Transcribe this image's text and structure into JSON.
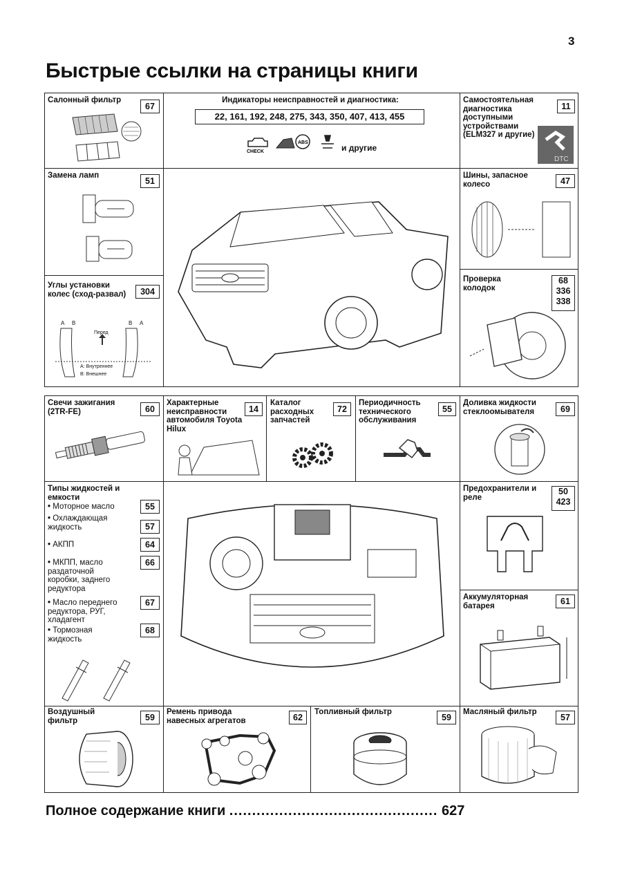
{
  "page": {
    "number": "3",
    "title": "Быстрые ссылки на страницы книги"
  },
  "refs": {
    "cabin_filter": {
      "label": "Салонный фильтр",
      "page": "67"
    },
    "diagnostics": {
      "label": "Индикаторы неисправностей и диагностика:",
      "pages": "22, 161, 192, 248, 275, 343, 350, 407, 413, 455",
      "check": "CHECK",
      "abs": "ABS",
      "others": "и другие"
    },
    "self_diag": {
      "label": "Самостоятельная диагностика доступными устройствами (ELM327 и другие)",
      "page": "11",
      "badge": "DTC"
    },
    "lamps": {
      "label": "Замена ламп",
      "page": "51"
    },
    "tires": {
      "label": "Шины, запасное колесо",
      "page": "47"
    },
    "wheel_alignment": {
      "label": "Углы установки колес (сход-развал)",
      "page": "304",
      "front": "Перед",
      "a": "A",
      "b": "B",
      "inner": "A: Внутреннее",
      "outer": "B: Внешнее"
    },
    "brake_pads": {
      "label": "Проверка колодок",
      "pages": [
        "68",
        "336",
        "338"
      ]
    },
    "spark_plugs": {
      "label": "Свечи зажигания (2TR-FE)",
      "page": "60"
    },
    "faults": {
      "label": "Характерные неисправности автомобиля Toyota Hilux",
      "page": "14"
    },
    "parts_catalog": {
      "label": "Каталог расходных запчастей",
      "page": "72"
    },
    "maintenance": {
      "label": "Периодичность технического обслуживания",
      "page": "55"
    },
    "washer": {
      "label": "Доливка жидкости стеклоомывателя",
      "page": "69"
    },
    "fluids": {
      "label": "Типы жидкостей и емкости",
      "items": [
        {
          "text": "Моторное масло",
          "page": "55"
        },
        {
          "text": "Охлаждающая жидкость",
          "page": "57"
        },
        {
          "text": "АКПП",
          "page": "64"
        },
        {
          "text": "МКПП, масло раздаточной коробки, заднего редуктора",
          "page": "66"
        },
        {
          "text": "Масло переднего редуктора, РУГ, хладагент",
          "page": "67"
        },
        {
          "text": "Тормозная жидкость",
          "page": "68"
        }
      ]
    },
    "fuses": {
      "label": "Предохранители и реле",
      "pages": [
        "50",
        "423"
      ]
    },
    "battery": {
      "label": "Аккумуляторная батарея",
      "page": "61"
    },
    "air_filter": {
      "label": "Воздушный фильтр",
      "page": "59"
    },
    "drive_belt": {
      "label": "Ремень привода навесных агрегатов",
      "page": "62"
    },
    "fuel_filter": {
      "label": "Топливный фильтр",
      "page": "59"
    },
    "oil_filter": {
      "label": "Масляный фильтр",
      "page": "57"
    }
  },
  "footer": {
    "label": "Полное содержание книги",
    "dots": "..............................................",
    "page": "627"
  },
  "colors": {
    "ink": "#222222",
    "paper": "#ffffff"
  }
}
